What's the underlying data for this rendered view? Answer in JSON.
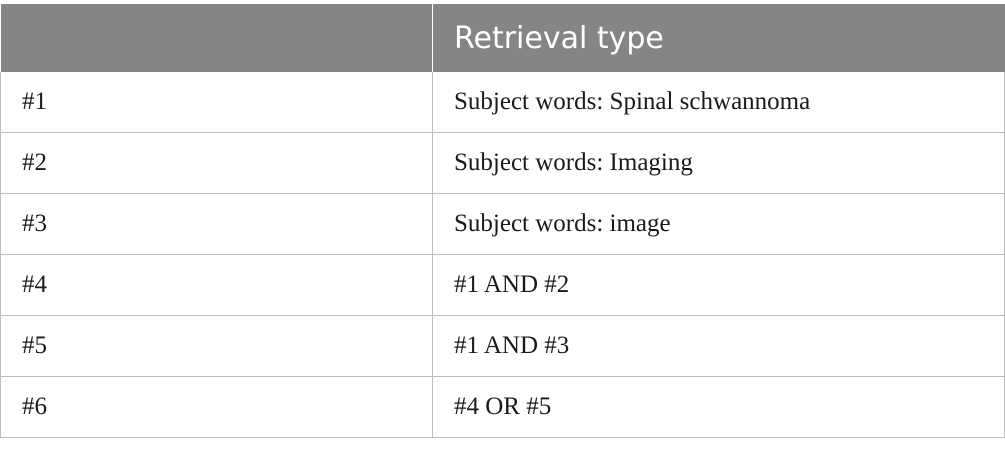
{
  "table": {
    "headers": [
      "",
      "Retrieval type"
    ],
    "rows": [
      [
        "#1",
        "Subject words: Spinal schwannoma"
      ],
      [
        "#2",
        "Subject words: Imaging"
      ],
      [
        "#3",
        "Subject words: image"
      ],
      [
        "#4",
        "#1 AND #2"
      ],
      [
        "#5",
        "#1 AND #3"
      ],
      [
        "#6",
        "#4 OR #5"
      ]
    ]
  }
}
